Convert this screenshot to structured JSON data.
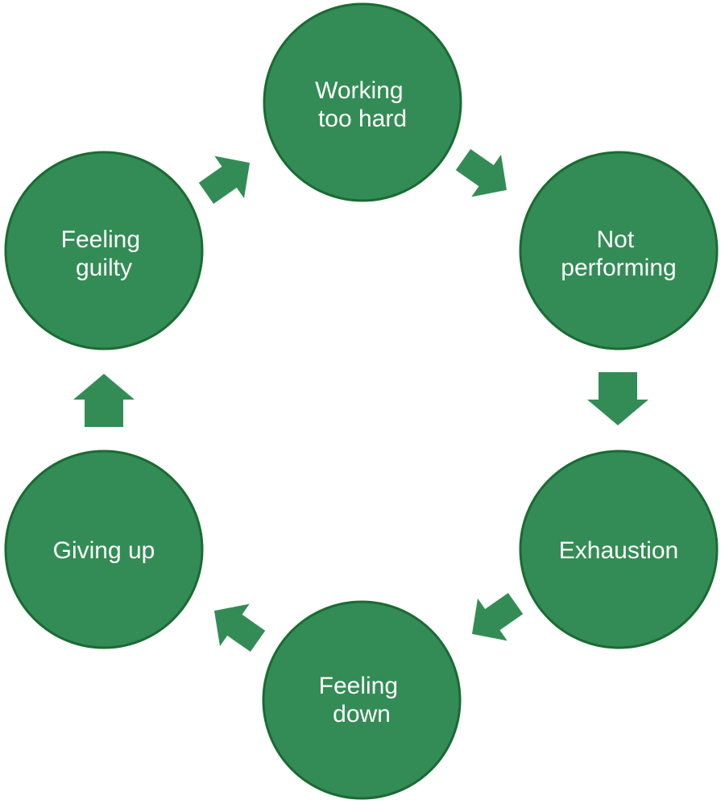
{
  "diagram": {
    "type": "cycle",
    "colors": {
      "node_fill": "#338c55",
      "node_border": "#1a6b33",
      "arrow_fill": "#338c55",
      "label_text": "#ffffff"
    },
    "nodes": [
      {
        "id": "working-too-hard",
        "lines": [
          "Working",
          "too hard"
        ]
      },
      {
        "id": "not-performing",
        "lines": [
          "Not",
          "performing"
        ]
      },
      {
        "id": "exhaustion",
        "lines": [
          "Exhaustion"
        ]
      },
      {
        "id": "feeling-down",
        "lines": [
          "Feeling",
          "down"
        ]
      },
      {
        "id": "giving-up",
        "lines": [
          "Giving up"
        ]
      },
      {
        "id": "feeling-guilty",
        "lines": [
          "Feeling",
          "guilty"
        ]
      }
    ],
    "edges": [
      {
        "from": "working-too-hard",
        "to": "not-performing"
      },
      {
        "from": "not-performing",
        "to": "exhaustion"
      },
      {
        "from": "exhaustion",
        "to": "feeling-down"
      },
      {
        "from": "feeling-down",
        "to": "giving-up"
      },
      {
        "from": "giving-up",
        "to": "feeling-guilty"
      },
      {
        "from": "feeling-guilty",
        "to": "working-too-hard"
      }
    ]
  }
}
